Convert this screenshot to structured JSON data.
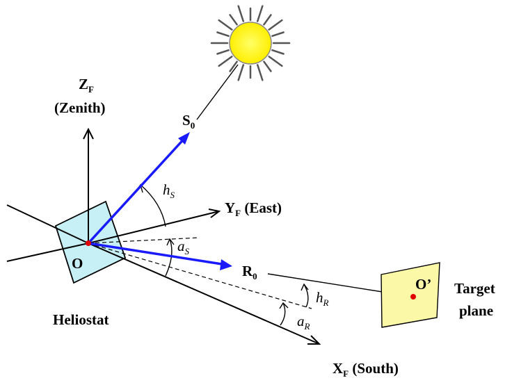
{
  "labels": {
    "zf_main": "Z",
    "zf_sub": "F",
    "zenith": "(Zenith)",
    "s0_main": "S",
    "s0_sub": "0",
    "yf_main": "Y",
    "yf_sub": "F",
    "yf_desc": " (East)",
    "r0_main": "R",
    "r0_sub": "0",
    "xf_main": "X",
    "xf_sub": "F",
    "xf_desc": " (South)",
    "origin": "O",
    "target_origin": "O’",
    "heliostat": "Heliostat",
    "target_line1": "Target",
    "target_line2": "plane",
    "hs_main": "h",
    "hs_sub": "S",
    "as_main": "a",
    "as_sub": "S",
    "hr_main": "h",
    "hr_sub": "R",
    "ar_main": "a",
    "ar_sub": "R"
  },
  "colors": {
    "vector": "#1a1aff",
    "heliostat_fill": "#c6f0f5",
    "target_fill": "#fbf8a8",
    "sun_fill": "#ffff33",
    "point": "#e00000"
  }
}
